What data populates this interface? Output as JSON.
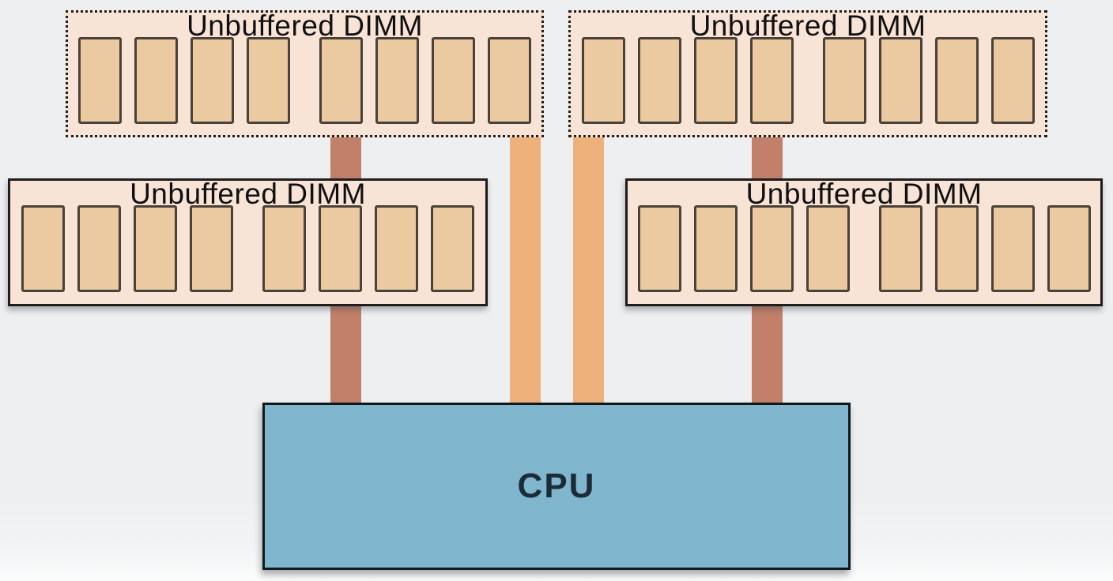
{
  "diagram": {
    "type": "hardware-memory-architecture",
    "cpu": {
      "label": "CPU"
    },
    "dimms": [
      {
        "position": "top-left",
        "label": "Unbuffered DIMM",
        "border_style": "dotted",
        "chip_count": 8
      },
      {
        "position": "top-right",
        "label": "Unbuffered DIMM",
        "border_style": "dotted",
        "chip_count": 8
      },
      {
        "position": "middle-left",
        "label": "Unbuffered DIMM",
        "border_style": "solid",
        "chip_count": 8
      },
      {
        "position": "middle-right",
        "label": "Unbuffered DIMM",
        "border_style": "solid",
        "chip_count": 8
      }
    ],
    "chip_groups": [
      4,
      4
    ],
    "buses": [
      {
        "name": "left-channel-brown",
        "color": "#c2806b",
        "connects": [
          "cpu",
          "top-left-dimm",
          "middle-left-dimm"
        ]
      },
      {
        "name": "center-left-orange",
        "color": "#eeb17c",
        "connects": [
          "cpu",
          "top-left-dimm"
        ]
      },
      {
        "name": "center-right-orange",
        "color": "#eeb17c",
        "connects": [
          "cpu",
          "top-right-dimm"
        ]
      },
      {
        "name": "right-channel-brown",
        "color": "#c2806b",
        "connects": [
          "cpu",
          "top-right-dimm",
          "middle-right-dimm"
        ]
      }
    ]
  },
  "colors": {
    "page_bg": "#edeff1",
    "dimm_fill": "#f8e3d7",
    "dimm_border": "#201d1b",
    "chip_fill": "#ebc9a1",
    "chip_border": "#4a4138",
    "bus_brown": "#c2806b",
    "bus_orange": "#eeb17c",
    "cpu_fill": "#7fb5cd",
    "cpu_border": "#14181b",
    "cpu_text": "#1c2c37",
    "label_text": "#101010"
  }
}
